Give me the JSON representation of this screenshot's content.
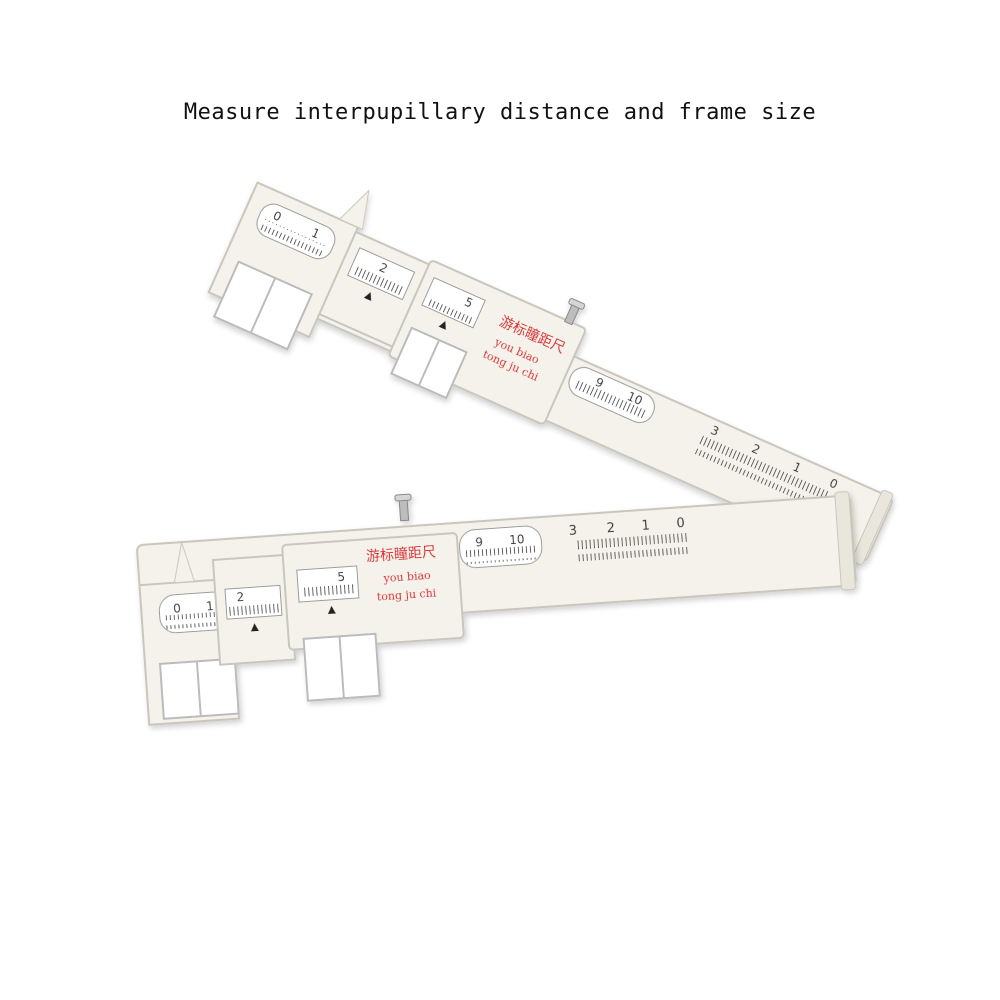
{
  "caption": "Measure interpupillary distance and frame size",
  "colors": {
    "background": "#ffffff",
    "plastic": "#f4f2ea",
    "plastic_edge": "#c9c6bd",
    "scale_ink": "#333333",
    "brand_red": "#d8202a"
  },
  "rulers": [
    {
      "label_cn": "游标瞳距尺",
      "label_pinyin_1": "you biao",
      "label_pinyin_2": "tong ju chi",
      "window_left": [
        "0",
        "1"
      ],
      "window_mid": "2",
      "window_right": "5",
      "scale_end": [
        "9",
        "10"
      ],
      "arm_scale": [
        "3",
        "2",
        "1",
        "0"
      ]
    },
    {
      "label_cn": "游标瞳距尺",
      "label_pinyin_1": "you biao",
      "label_pinyin_2": "tong ju chi",
      "window_left": [
        "0",
        "1"
      ],
      "window_mid": "2",
      "window_right": "5",
      "scale_end": [
        "9",
        "10"
      ],
      "arm_scale": [
        "3",
        "2",
        "1",
        "0"
      ]
    }
  ]
}
